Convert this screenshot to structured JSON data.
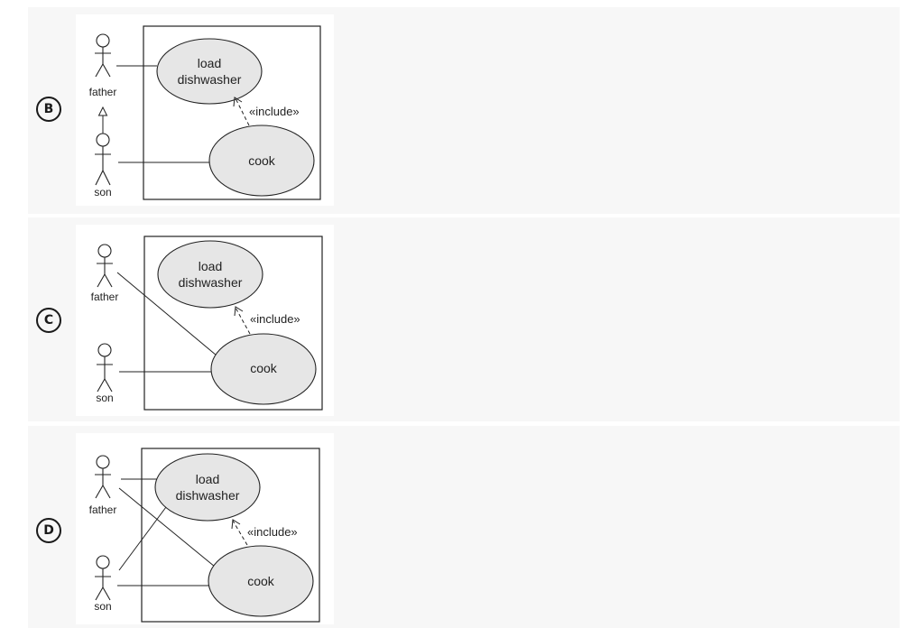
{
  "options": [
    {
      "letter": "B",
      "actors": {
        "top": "father",
        "bottom": "son"
      },
      "use_cases": {
        "top_line1": "load",
        "top_line2": "dishwasher",
        "bottom": "cook"
      },
      "relationship_label": "«include»"
    },
    {
      "letter": "C",
      "actors": {
        "top": "father",
        "bottom": "son"
      },
      "use_cases": {
        "top_line1": "load",
        "top_line2": "dishwasher",
        "bottom": "cook"
      },
      "relationship_label": "«include»"
    },
    {
      "letter": "D",
      "actors": {
        "top": "father",
        "bottom": "son"
      },
      "use_cases": {
        "top_line1": "load",
        "top_line2": "dishwasher",
        "bottom": "cook"
      },
      "relationship_label": "«include»"
    }
  ],
  "colors": {
    "row_background": "#f7f7f7",
    "use_case_fill": "#e6e6e6",
    "stroke": "#222222"
  }
}
